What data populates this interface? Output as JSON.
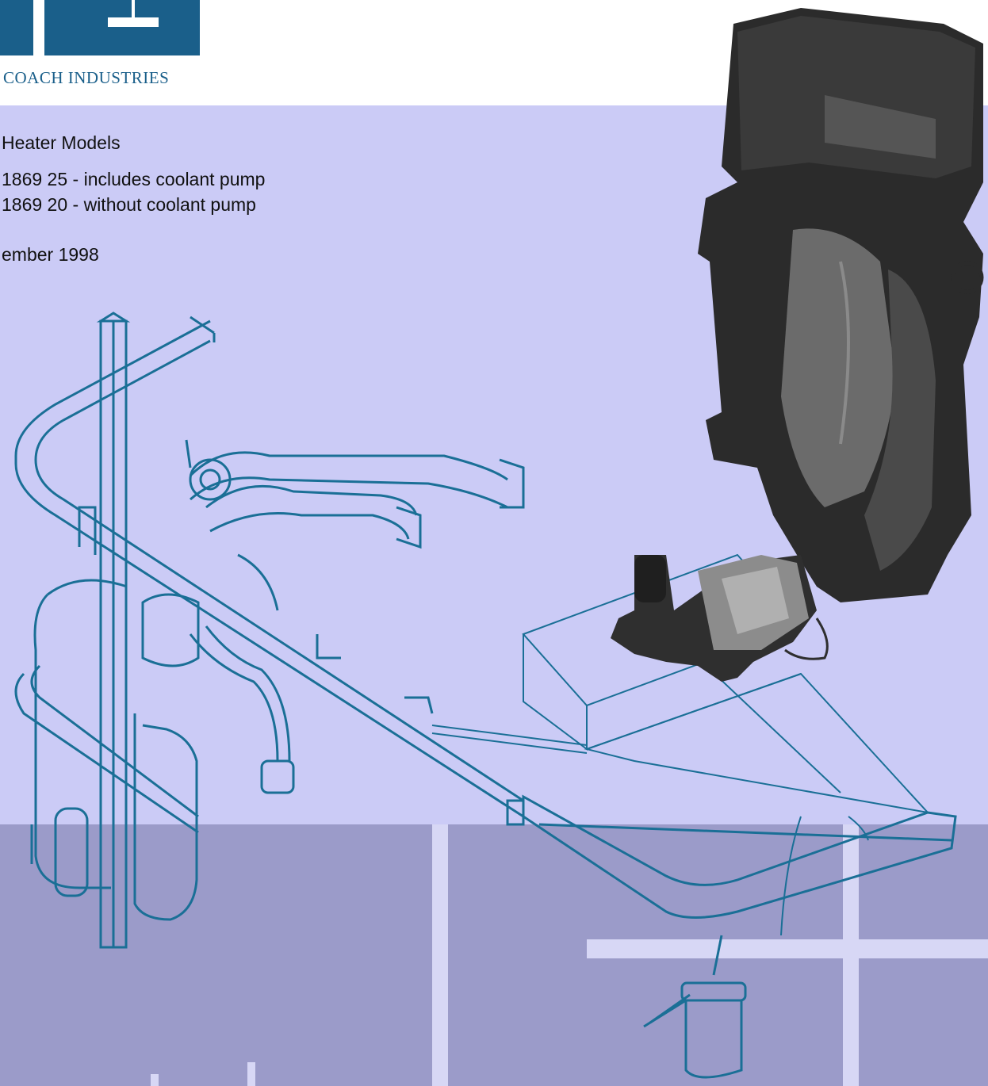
{
  "logo": {
    "company": "COACH INDUSTRIES",
    "brand_color": "#1a5f8a"
  },
  "document": {
    "heading": "Heater Models",
    "models": [
      "1869 25 - includes coolant pump",
      "1869 20 - without coolant pump"
    ],
    "date": "ember 1998"
  },
  "colors": {
    "background_light": "#cbcbf6",
    "background_dark": "#9b9bc9",
    "line_art": "#1a6f96",
    "heater": "#2b2b2b"
  }
}
